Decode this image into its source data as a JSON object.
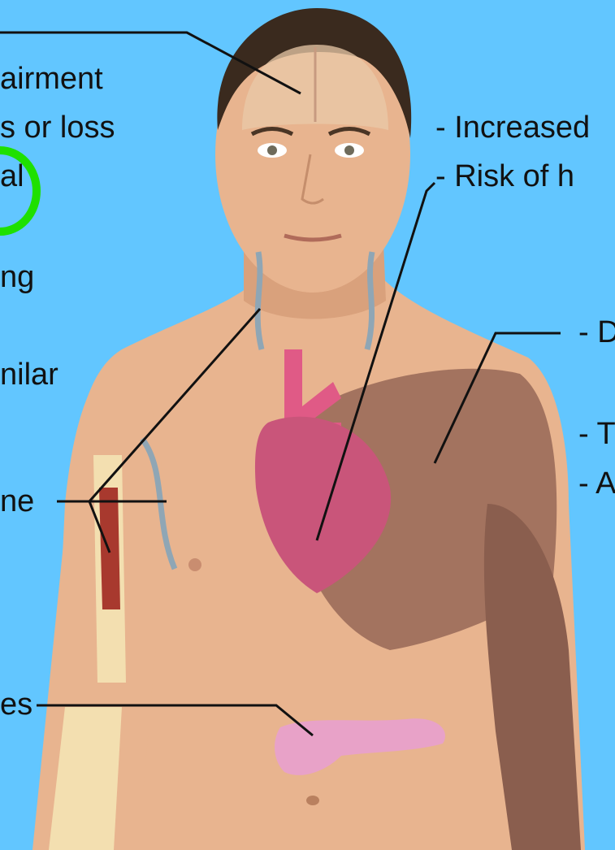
{
  "colors": {
    "background": "#62c6ff",
    "skin": "#e8b48f",
    "skin_shadow": "#d39d78",
    "hair": "#3a2a1e",
    "muscle": "#9b6b5a",
    "heart": "#c9557a",
    "aorta": "#e05a86",
    "bone": "#f3dfb0",
    "marrow": "#a8392e",
    "pancreas": "#e8a2c8",
    "brain": "#e9c9a8",
    "lymph": "#8fa6b5",
    "highlight_circle": "#1fe000",
    "leader_line": "#111111"
  },
  "labels": {
    "left": [
      {
        "id": "impairment",
        "text": "airment"
      },
      {
        "id": "loss",
        "text": "s or loss"
      },
      {
        "id": "circled",
        "text": "al"
      },
      {
        "id": "ng",
        "text": "ng"
      },
      {
        "id": "similar",
        "text": "nilar"
      },
      {
        "id": "bone",
        "text": "ne"
      },
      {
        "id": "pancreas",
        "text": "es"
      }
    ],
    "right": [
      {
        "id": "increased",
        "text": "- Increased"
      },
      {
        "id": "risk",
        "text": "- Risk of h"
      },
      {
        "id": "muscle_d",
        "text": "- D"
      },
      {
        "id": "muscle_t",
        "text": "- T"
      },
      {
        "id": "muscle_a",
        "text": "- A"
      }
    ]
  },
  "organs": [
    "brain",
    "lymph-nodes",
    "heart",
    "bone-marrow",
    "muscle",
    "pancreas"
  ]
}
